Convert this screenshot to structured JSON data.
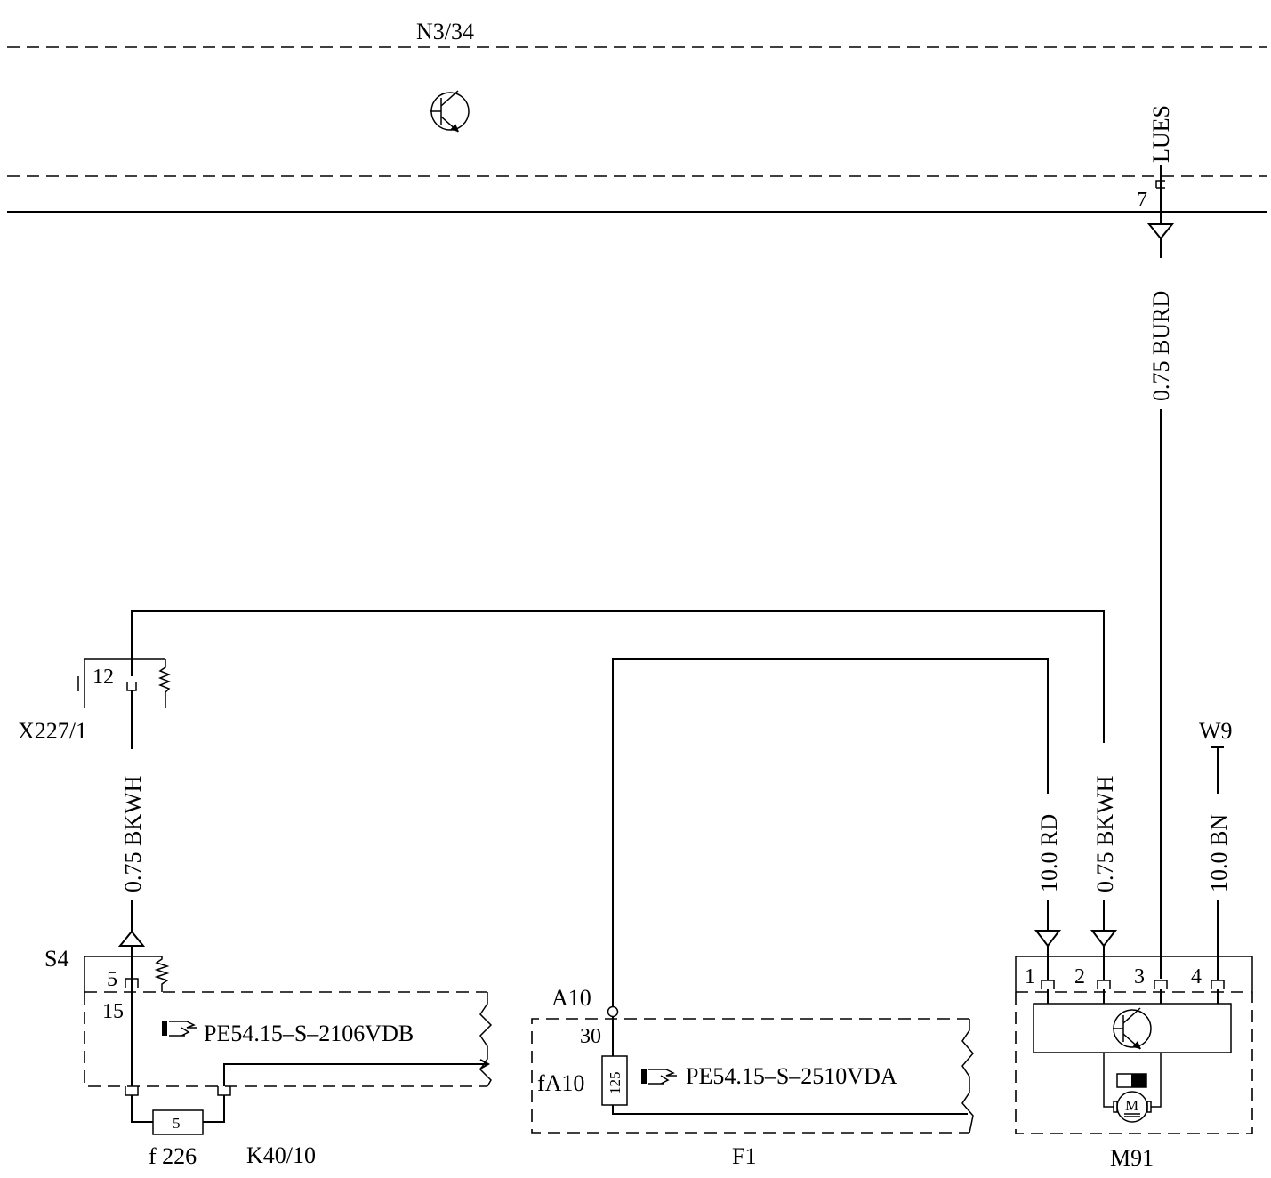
{
  "components": {
    "n3_34": "N3/34",
    "x227_1": "X227/1",
    "s4": "S4",
    "f226": "f 226",
    "k40_10": "K40/10",
    "a10": "A10",
    "fa10": "fA10",
    "f1": "F1",
    "m91": "M91",
    "w9": "W9"
  },
  "signals": {
    "lues": "LUES"
  },
  "pins": {
    "n3_7": "7",
    "x227_12": "12",
    "s4_5": "5",
    "s4_15": "15",
    "a10_30": "30",
    "m91_1": "1",
    "m91_2": "2",
    "m91_3": "3",
    "m91_4": "4"
  },
  "wires": {
    "burd": "0.75 BURD",
    "bkwh_left": "0.75 BKWH",
    "rd": "10.0 RD",
    "bkwh_right": "0.75 BKWH",
    "bn": "10.0 BN"
  },
  "fuses": {
    "f226_value": "5",
    "fa10_value": "125"
  },
  "references": {
    "ref_left": "PE54.15–S–2106VDB",
    "ref_mid": "PE54.15–S–2510VDA"
  },
  "icons": [
    "transistor-icon",
    "pointing-hand-icon",
    "motor-icon"
  ]
}
